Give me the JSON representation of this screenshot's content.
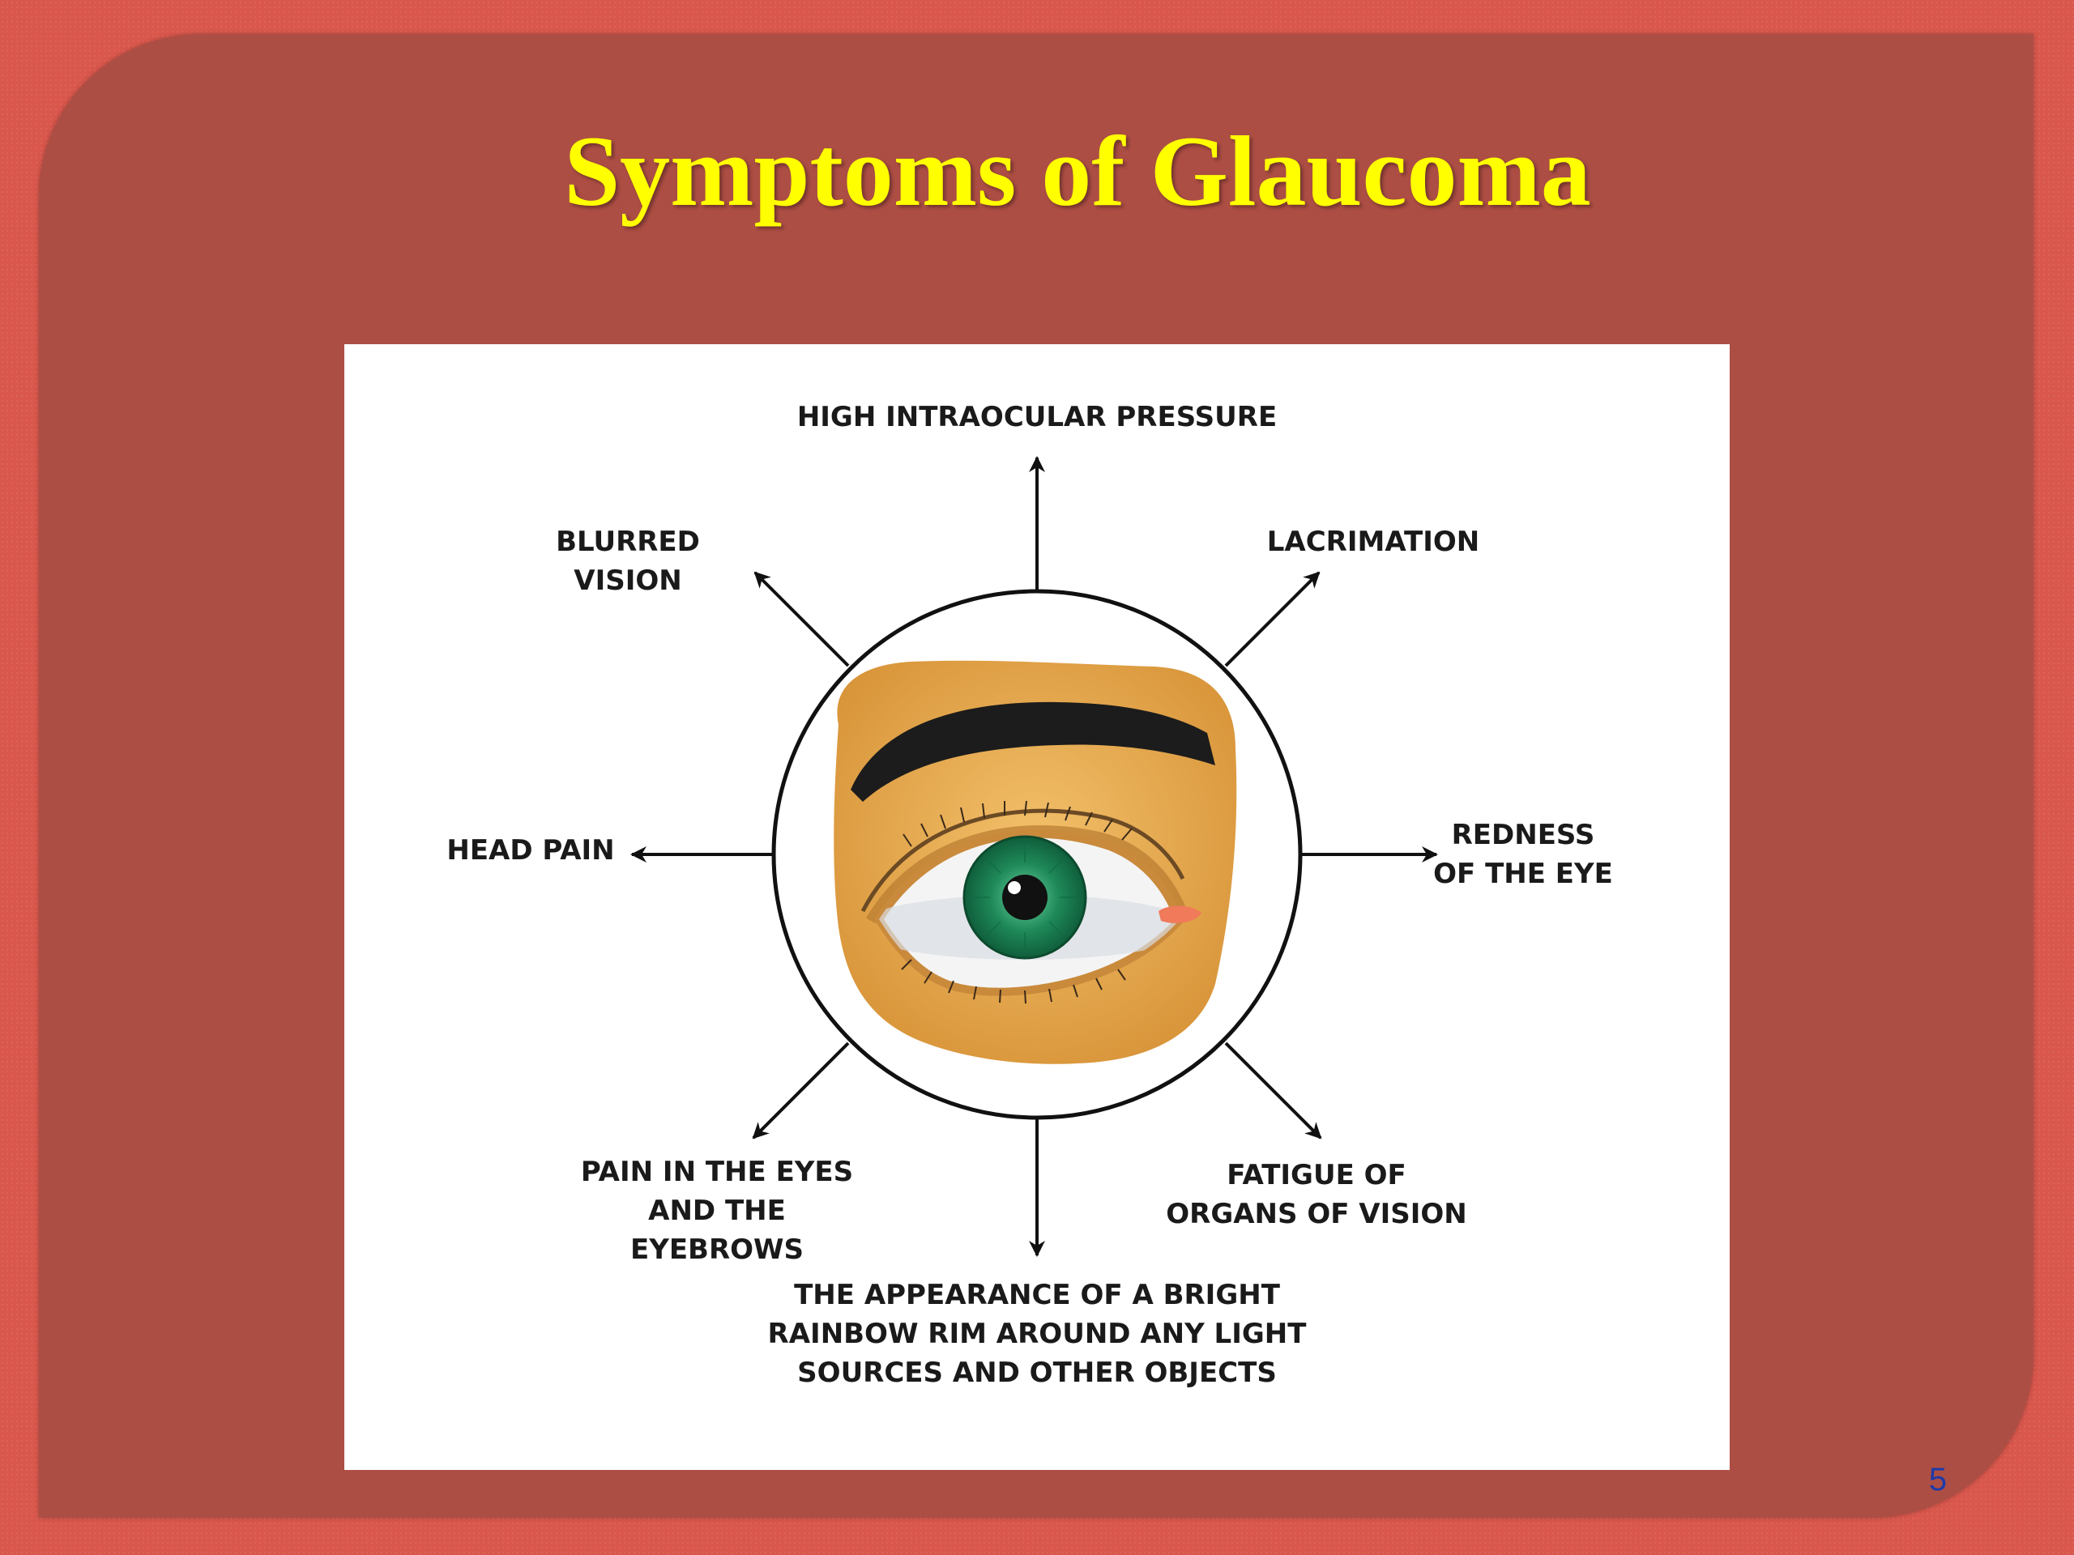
{
  "slide": {
    "title": "Symptoms of Glaucoma",
    "page_number": "5"
  },
  "diagram": {
    "labels": {
      "top": "HIGH INTRAOCULAR PRESSURE",
      "top_left": "BLURRED VISION",
      "top_right": "LACRIMATION",
      "left": "HEAD PAIN",
      "right": "REDNESS\nOF THE EYE",
      "bottom_left": "PAIN IN THE EYES\nAND THE EYEBROWS",
      "bottom_right": "FATIGUE OF\nORGANS OF VISION",
      "bottom": "THE APPEARANCE OF A BRIGHT\nRAINBOW RIM AROUND ANY LIGHT\nSOURCES AND OTHER OBJECTS"
    },
    "colors": {
      "skin": "#e8a84a",
      "iris": "#1f8a5a",
      "brow": "#1c1c1c",
      "arrow": "#111111"
    }
  }
}
